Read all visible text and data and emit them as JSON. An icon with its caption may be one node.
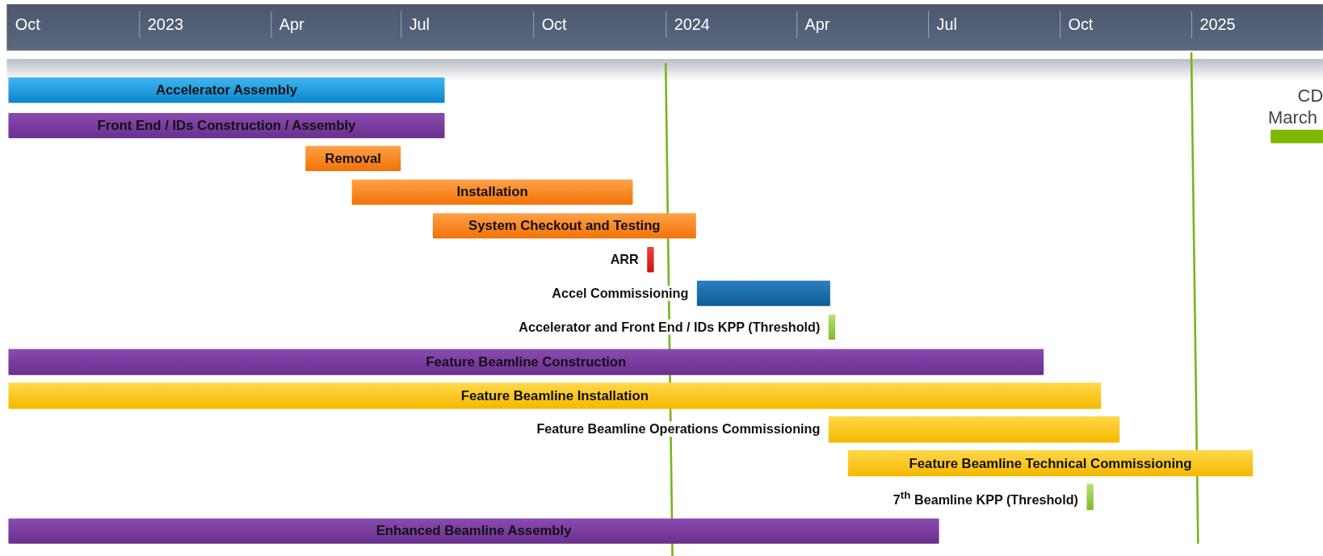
{
  "diagram": {
    "nodes": [
      {
        "text": [
          "Accelerator Assembly"
        ]
      },
      {
        "text": [
          "Front End / IDs Construction / Assembly"
        ]
      },
      {
        "text": [
          "Removal"
        ]
      },
      {
        "text": [
          "Installation"
        ]
      },
      {
        "text": [
          "System Checkout and Testing"
        ]
      },
      {
        "text": [],
        "shape": "bar",
        "beside": [
          "ARR"
        ]
      },
      {
        "text": [],
        "shape": "bar",
        "beside": [
          "Accel Commissioning"
        ]
      },
      {
        "text": [],
        "shape": "bar",
        "beside": [
          "Accelerator and Front End / IDs KPP (Threshold)"
        ]
      },
      {
        "text": [
          "Feature Beamline Construction"
        ]
      },
      {
        "text": [
          "Feature Beamline Installation"
        ]
      },
      {
        "text": [],
        "shape": "bar",
        "beside": [
          "Feature Beamline Operations Commissioning"
        ]
      },
      {
        "text": [
          "Feature Beamline Technical Commissioning"
        ]
      },
      {
        "text": [],
        "shape": "bar",
        "beside": [
          "7$^{th}$ Beamline KPP (Threshold)"
        ]
      },
      {
        "text": [
          "Enhanced Beamline Assembly"
        ]
      },
      {
        "text": [],
        "shape": "bar",
        "beside": [
          "CD",
          "March"
        ]
      }
    ],
    "edges": [],
    "labels": [
      "Oct",
      "2023",
      "Apr",
      "Jul",
      "Oct",
      "2024",
      "Apr",
      "Jul",
      "Oct",
      "2025"
    ]
  }
}
